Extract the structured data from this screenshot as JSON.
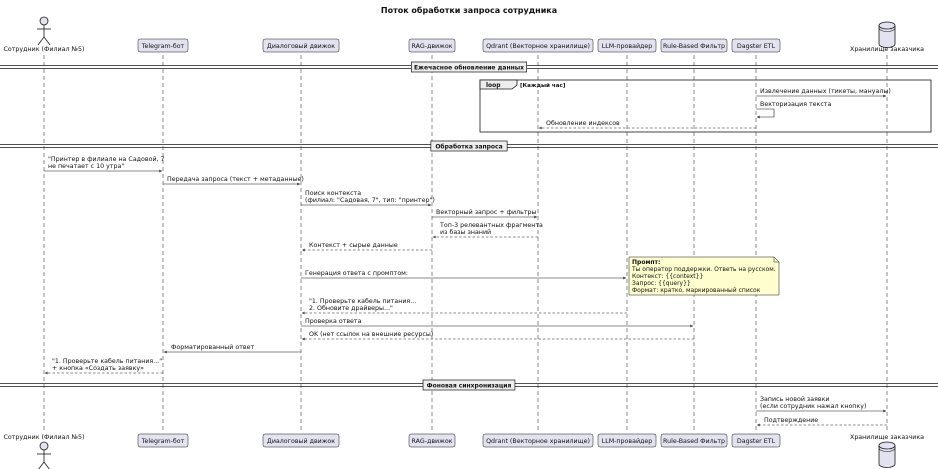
{
  "title": "Поток обработки запроса сотрудника",
  "participants": [
    {
      "id": "employee",
      "label": "Сотрудник (Филиал №5)",
      "kind": "actor"
    },
    {
      "id": "bot",
      "label": "Telegram-бот",
      "kind": "box"
    },
    {
      "id": "engine",
      "label": "Диалоговый движок",
      "kind": "box"
    },
    {
      "id": "rag",
      "label": "RAG-движок",
      "kind": "box"
    },
    {
      "id": "qdrant",
      "label": "Qdrant (Векторное хранилище)",
      "kind": "box"
    },
    {
      "id": "llm",
      "label": "LLM-провайдер",
      "kind": "box"
    },
    {
      "id": "filter",
      "label": "Rule-Based Фильтр",
      "kind": "box"
    },
    {
      "id": "etl",
      "label": "Dagster ETL",
      "kind": "box"
    },
    {
      "id": "storage",
      "label": "Хранилище заказчика",
      "kind": "database"
    }
  ],
  "dividers": [
    {
      "id": "hourly",
      "label": "Ежечасное обновление данных"
    },
    {
      "id": "processing",
      "label": "Обработка запроса"
    },
    {
      "id": "background",
      "label": "Фоновая синхронизация"
    }
  ],
  "loop": {
    "keyword": "loop",
    "condition": "[Каждый час]"
  },
  "messages": [
    {
      "id": "m1",
      "from": "etl",
      "to": "storage",
      "style": "solid",
      "lines": [
        "Извлечение данных (тикеты, мануалы)"
      ]
    },
    {
      "id": "m2",
      "from": "etl",
      "to": "etl",
      "style": "self",
      "lines": [
        "Векторизация текста"
      ]
    },
    {
      "id": "m3",
      "from": "etl",
      "to": "qdrant",
      "style": "dashed",
      "lines": [
        "Обновление индексов"
      ]
    },
    {
      "id": "m4",
      "from": "employee",
      "to": "bot",
      "style": "solid",
      "lines": [
        "\"Принтер в филиале на Садовой, 7",
        "не печатает с 10 утра\""
      ]
    },
    {
      "id": "m5",
      "from": "bot",
      "to": "engine",
      "style": "solid",
      "lines": [
        "Передача запроса (текст + метаданные)"
      ]
    },
    {
      "id": "m6",
      "from": "engine",
      "to": "rag",
      "style": "solid",
      "lines": [
        "Поиск контекста",
        "(филиал: \"Садовая, 7\", тип: \"принтер\")"
      ]
    },
    {
      "id": "m7",
      "from": "rag",
      "to": "qdrant",
      "style": "solid",
      "lines": [
        "Векторный запрос + фильтры"
      ]
    },
    {
      "id": "m8",
      "from": "qdrant",
      "to": "rag",
      "style": "dashed",
      "lines": [
        "Топ-3 релевантных фрагмента",
        "из базы знаний"
      ]
    },
    {
      "id": "m9",
      "from": "rag",
      "to": "engine",
      "style": "dashed",
      "lines": [
        "Контекст + сырые данные"
      ]
    },
    {
      "id": "m10",
      "from": "engine",
      "to": "llm",
      "style": "solid",
      "lines": [
        "Генерация ответа с промптом:"
      ]
    },
    {
      "id": "m11",
      "from": "llm",
      "to": "engine",
      "style": "dashed",
      "lines": [
        "\"1. Проверьте кабель питания...",
        "2. Обновите драйверы...\""
      ]
    },
    {
      "id": "m12",
      "from": "engine",
      "to": "filter",
      "style": "solid",
      "lines": [
        "Проверка ответа"
      ]
    },
    {
      "id": "m13",
      "from": "filter",
      "to": "engine",
      "style": "dashed",
      "lines": [
        "OK (нет ссылок на внешние ресурсы)"
      ]
    },
    {
      "id": "m14",
      "from": "engine",
      "to": "bot",
      "style": "solid",
      "lines": [
        "Форматированный ответ"
      ]
    },
    {
      "id": "m15",
      "from": "bot",
      "to": "employee",
      "style": "dashed",
      "lines": [
        "\"1. Проверьте кабель питания...\"",
        "+ кнопка «Создать заявку»"
      ]
    },
    {
      "id": "m16",
      "from": "etl",
      "to": "storage",
      "style": "solid",
      "lines": [
        "Запись новой заявки",
        "(если сотрудник нажал кнопку)"
      ]
    },
    {
      "id": "m17",
      "from": "storage",
      "to": "etl",
      "style": "dashed",
      "lines": [
        "Подтверждение"
      ]
    }
  ],
  "note": {
    "heading": "Промпт:",
    "lines": [
      "Ты оператор поддержки. Ответь на русском.",
      "Контекст: {{context}}",
      "Запрос: {{query}}",
      "Формат: кратко, маркированный список"
    ]
  },
  "colors": {
    "participant_fill": "#e2e2f0",
    "participant_stroke": "#181818",
    "note_fill": "#fefece",
    "line": "#181818",
    "divider_fill": "#eeeeee"
  }
}
